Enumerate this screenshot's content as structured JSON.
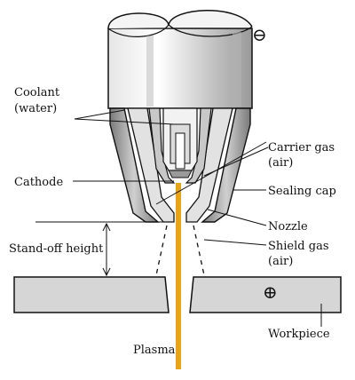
{
  "labels": {
    "coolant_line1": "Coolant",
    "coolant_line2": "(water)",
    "carrier_gas_line1": "Carrier gas",
    "carrier_gas_line2": "(air)",
    "cathode": "Cathode",
    "sealing_cap": "Sealing cap",
    "nozzle": "Nozzle",
    "standoff": "Stand-off height",
    "shield_gas_line1": "Shield gas",
    "shield_gas_line2": "(air)",
    "workpiece": "Workpiece",
    "plasma": "Plasma"
  },
  "polarity": {
    "torch": "⊖",
    "workpiece": "⊕"
  },
  "colors": {
    "plasma": "#E8A317",
    "metal_light": "#D9D9D9",
    "metal_dark": "#8C8C8C",
    "outline": "#111111"
  }
}
